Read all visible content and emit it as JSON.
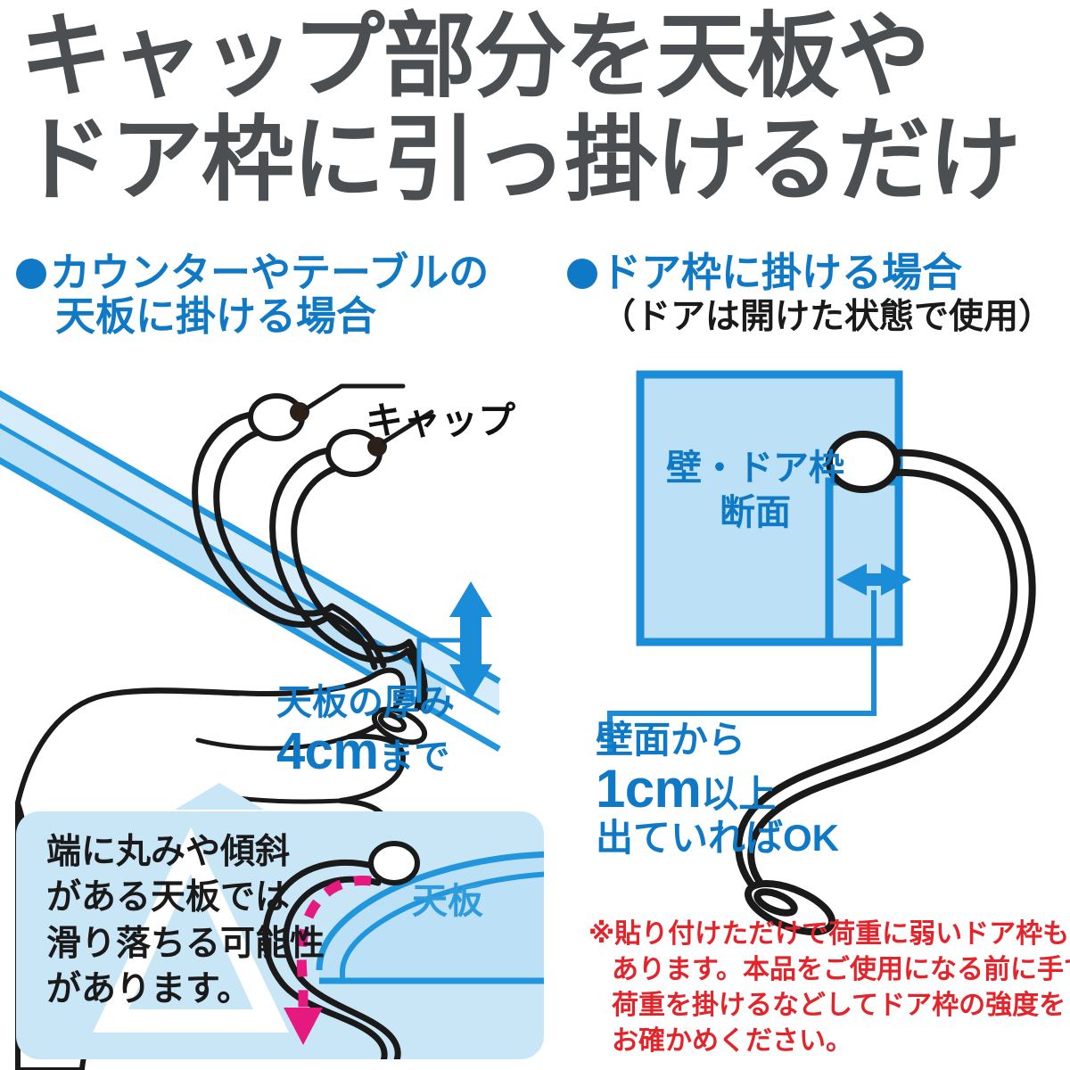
{
  "headline": {
    "line1": "キャップ部分を天板や",
    "line2": "ドア枠に引っ掛けるだけ",
    "color": "#4b4f52"
  },
  "sections": {
    "left": {
      "heading_line1": "カウンターやテーブルの",
      "heading_line2": "天板に掛ける場合",
      "bullet_color": "#0f79c5",
      "heading_color": "#0f79c5"
    },
    "right": {
      "heading_line1": "ドア枠に掛ける場合",
      "heading_note": "（ドアは開けた状態で使用）",
      "bullet_color": "#0f79c5",
      "heading_color": "#0f79c5",
      "note_color": "#1a1a1a"
    }
  },
  "left_diagram": {
    "cap_callout": "キャップ",
    "thickness_label_line1": "天板の厚み",
    "thickness_value": "4cm",
    "thickness_suffix": "まで",
    "tabletop_fill": "#bce0f5",
    "tabletop_stroke": "#1a8cd8",
    "text_color": "#0f79c5"
  },
  "warning_box": {
    "background": "#c9e6f7",
    "text_line1": "端に丸みや傾斜",
    "text_line2": "がある天板では",
    "text_line3": "滑り落ちる可能性",
    "text_line4": "があります。",
    "tabletop_label": "天板",
    "arrow_color": "#e5197f",
    "triangle_color": "#ffffff"
  },
  "right_diagram": {
    "wall_label_line1": "壁・ドア枠",
    "wall_label_line2": "断面",
    "ok_line1": "壁面から",
    "ok_value": "1cm",
    "ok_value_suffix": "以上",
    "ok_line3": "出ていればOK",
    "wall_fill": "#bce0f5",
    "wall_stroke": "#1a8cd8",
    "text_color": "#0f79c5"
  },
  "caution": {
    "color": "#e3242b",
    "line1": "※貼り付けただけで荷重に弱いドア枠も",
    "line2": "あります。本品をご使用になる前に手で",
    "line3": "荷重を掛けるなどしてドア枠の強度を",
    "line4": "お確かめください。"
  }
}
